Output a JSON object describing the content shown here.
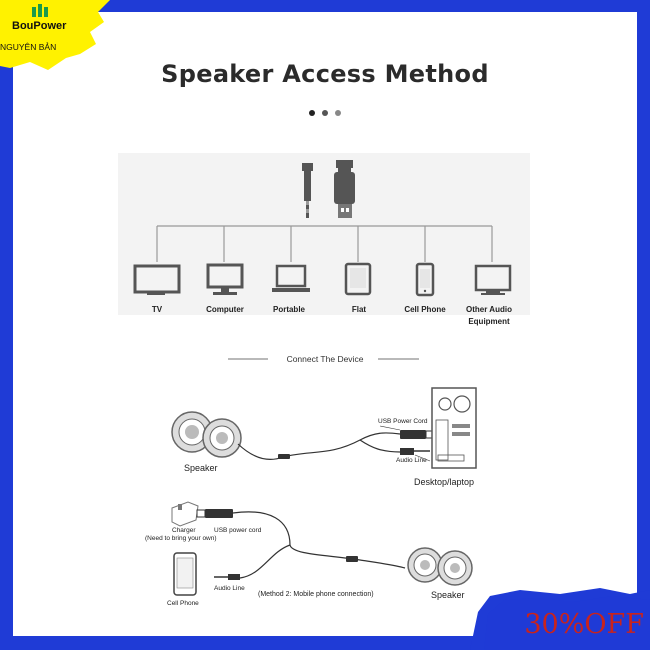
{
  "header": {
    "title": "Speaker Access Method"
  },
  "carousel": {
    "dots": 3,
    "active_index": 0
  },
  "devices": [
    {
      "label": "TV",
      "icon": "tv-icon"
    },
    {
      "label": "Computer",
      "icon": "computer-monitor-icon"
    },
    {
      "label": "Portable",
      "icon": "laptop-icon"
    },
    {
      "label": "Flat",
      "icon": "tablet-icon"
    },
    {
      "label": "Cell Phone",
      "icon": "cell-phone-icon"
    },
    {
      "label": "Other Audio\nEquipment",
      "icon": "audio-equipment-icon"
    }
  ],
  "connectors": [
    "audio-jack-icon",
    "usb-plug-icon"
  ],
  "section": {
    "connect_title": "Connect The Device"
  },
  "desktop_diagram": {
    "speaker_label": "Speaker",
    "usb_label": "USB Power Cord",
    "audio_label": "Audio Line",
    "device_label": "Desktop/laptop"
  },
  "phone_diagram": {
    "charger_label": "Charger",
    "charger_note": "(Need to bring your own)",
    "usb_label": "USB power cord",
    "audio_label": "Audio Line",
    "phone_label": "Cell Phone",
    "method_label": "(Method 2: Mobile phone connection)",
    "speaker_label": "Speaker"
  },
  "badge": {
    "brand": "BouPower",
    "subtitle": "NGUYÊN BẢN"
  },
  "promo": {
    "text": "30%OFF"
  },
  "colors": {
    "frame": "#1f3bd6",
    "badge_yellow": "#fff200",
    "promo_text": "#c8231d",
    "brand_green": "#1a9a4a"
  }
}
